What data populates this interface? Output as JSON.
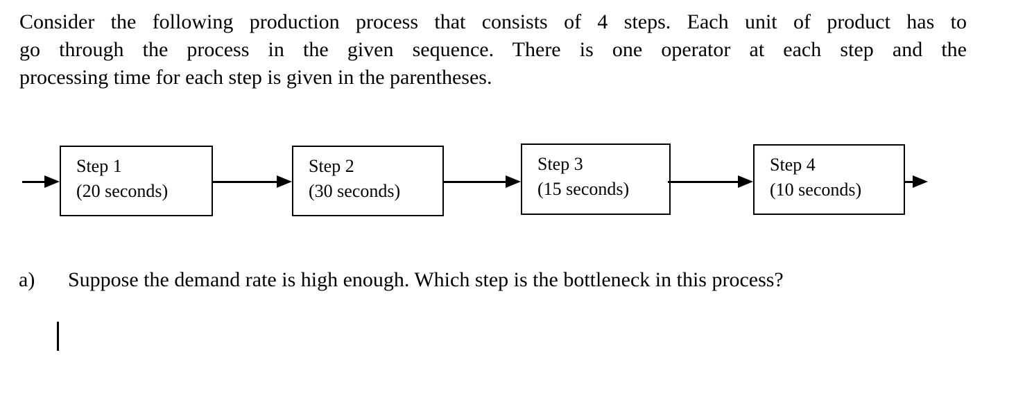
{
  "page": {
    "background": "#ffffff",
    "text_color": "#000000",
    "box_border_color": "#000000"
  },
  "intro": {
    "lines": [
      "Consider the following production process that consists of 4 steps. Each unit of product has to",
      "go through the process in the given sequence. There is one operator at each step and the",
      "processing time for each step is given in the parentheses."
    ]
  },
  "process": {
    "steps": [
      {
        "name": "Step 1",
        "time": "(20 seconds)"
      },
      {
        "name": "Step 2",
        "time": "(30 seconds)"
      },
      {
        "name": "Step 3",
        "time": "(15 seconds)"
      },
      {
        "name": "Step 4",
        "time": "(10 seconds)"
      }
    ]
  },
  "question": {
    "label": "a)",
    "text": "Suppose the demand rate is high enough. Which step is the bottleneck in this process?"
  }
}
